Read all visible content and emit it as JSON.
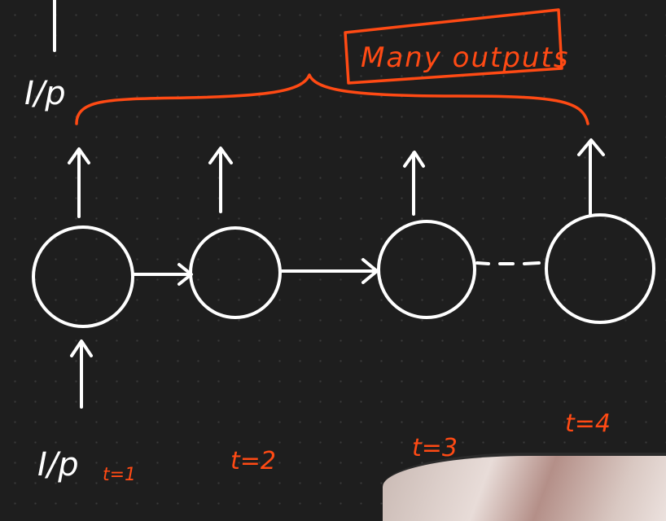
{
  "diagram": {
    "title": "Many outputs",
    "input_label_bottom": "I/p",
    "output_label_top": "I/p",
    "time_steps": [
      "t=1",
      "t=2",
      "t=3",
      "t=4"
    ],
    "node_count": 4,
    "colors": {
      "background": "#1e1e1e",
      "ink_white": "#ffffff",
      "ink_orange": "#ff4a14"
    }
  }
}
